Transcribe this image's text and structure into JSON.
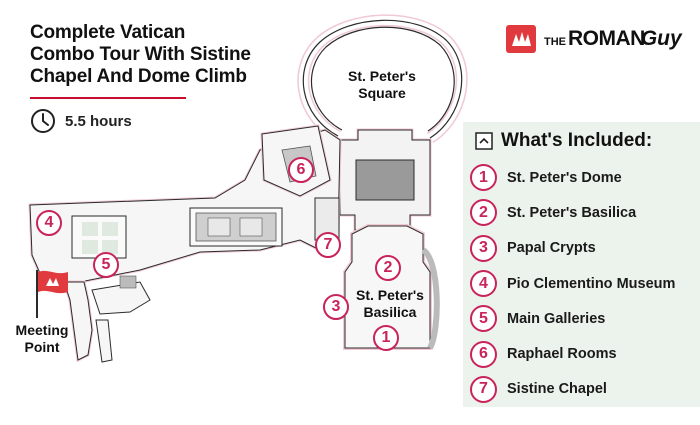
{
  "title_lines": [
    "Complete Vatican",
    "Combo Tour With Sistine",
    "Chapel And Dome Climb"
  ],
  "duration": "5.5 hours",
  "brand": {
    "the": "THE",
    "roman": "ROMAN",
    "guy": "Guy"
  },
  "panel": {
    "title": "What's Included:",
    "items": [
      {
        "num": "1",
        "label": "St. Peter's Dome"
      },
      {
        "num": "2",
        "label": "St. Peter's Basilica"
      },
      {
        "num": "3",
        "label": "Papal Crypts"
      },
      {
        "num": "4",
        "label": "Pio Clementino Museum"
      },
      {
        "num": "5",
        "label": "Main Galleries"
      },
      {
        "num": "6",
        "label": "Raphael Rooms"
      },
      {
        "num": "7",
        "label": "Sistine Chapel"
      }
    ]
  },
  "map": {
    "square_label": [
      "St. Peter's",
      "Square"
    ],
    "basilica_label": [
      "St. Peter's",
      "Basilica"
    ],
    "meeting_label": [
      "Meeting",
      "Point"
    ],
    "markers": [
      "1",
      "2",
      "3",
      "4",
      "5",
      "6",
      "7"
    ]
  },
  "colors": {
    "accent": "#c8235a",
    "brand_red": "#e03a3e",
    "panel_bg": "#ecf3ec",
    "underline": "#c8102e"
  }
}
